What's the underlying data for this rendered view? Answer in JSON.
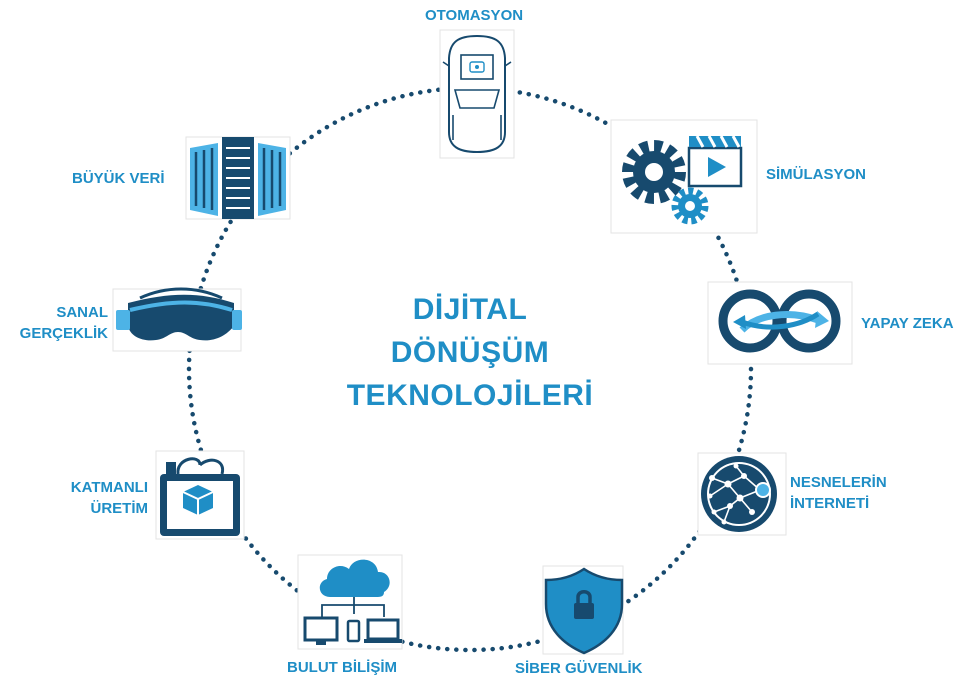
{
  "center_title": {
    "line1": "DİJİTAL",
    "line2": "DÖNÜŞÜM",
    "line3": "TEKNOLOJİLERİ"
  },
  "nodes": {
    "otomasyon": {
      "label": "OTOMASYON",
      "icon": "autonomous-car-icon"
    },
    "simulasyon": {
      "label": "SİMÜLASYON",
      "icon": "gears-clapperboard-icon"
    },
    "yapay_zeka": {
      "label": "YAPAY ZEKA",
      "icon": "infinity-loop-icon"
    },
    "nesnelerin_interneti": {
      "line1": "NESNELERİN",
      "line2": "İNTERNETİ",
      "icon": "network-node-icon"
    },
    "siber_guvenlik": {
      "label": "SİBER GÜVENLİK",
      "icon": "shield-lock-icon"
    },
    "bulut_bilisim": {
      "label": "BULUT BİLİŞİM",
      "icon": "cloud-devices-icon"
    },
    "katmanli_uretim": {
      "line1": "KATMANLI",
      "line2": "ÜRETİM",
      "icon": "3d-printer-icon"
    },
    "sanal_gerceklik": {
      "line1": "SANAL",
      "line2": "GERÇEKLİK",
      "icon": "vr-headset-icon"
    },
    "buyuk_veri": {
      "label": "BÜYÜK VERİ",
      "icon": "server-racks-icon"
    }
  },
  "colors": {
    "accent": "#1f8ec6",
    "dark": "#174a6e",
    "light": "#4db3e6"
  }
}
